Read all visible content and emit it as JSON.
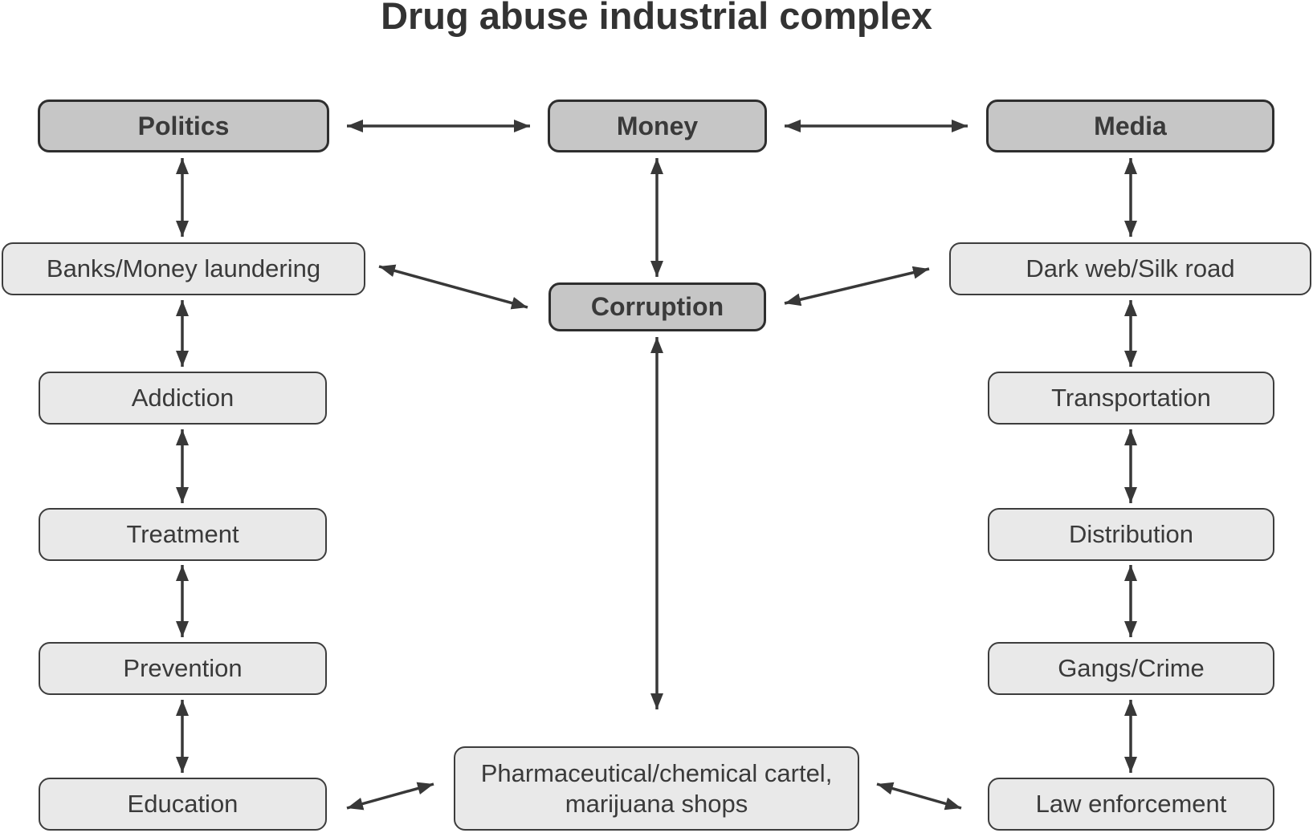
{
  "title": "Drug abuse industrial complex",
  "nodes": {
    "politics": "Politics",
    "money": "Money",
    "media": "Media",
    "banks": "Banks/Money laundering",
    "corruption": "Corruption",
    "darkweb": "Dark web/Silk road",
    "addiction": "Addiction",
    "treatment": "Treatment",
    "prevention": "Prevention",
    "education": "Education",
    "transportation": "Transportation",
    "distribution": "Distribution",
    "gangs": "Gangs/Crime",
    "law": "Law enforcement",
    "pharma": {
      "line1": "Pharmaceutical/chemical cartel,",
      "line2": "marijuana shops"
    }
  },
  "colors": {
    "dark_node_fill": "#c6c6c6",
    "light_node_fill": "#e9e9e9",
    "node_border": "#2e2e2e",
    "arrow": "#383838",
    "text": "#3a3a3a",
    "background": "#ffffff"
  },
  "graph": {
    "edge_style": "double-headed arrow",
    "edges": [
      {
        "from": "politics",
        "to": "money"
      },
      {
        "from": "money",
        "to": "media"
      },
      {
        "from": "politics",
        "to": "banks"
      },
      {
        "from": "money",
        "to": "corruption"
      },
      {
        "from": "media",
        "to": "darkweb"
      },
      {
        "from": "banks",
        "to": "corruption"
      },
      {
        "from": "corruption",
        "to": "darkweb"
      },
      {
        "from": "corruption",
        "to": "pharma"
      },
      {
        "from": "banks",
        "to": "addiction"
      },
      {
        "from": "addiction",
        "to": "treatment"
      },
      {
        "from": "treatment",
        "to": "prevention"
      },
      {
        "from": "prevention",
        "to": "education"
      },
      {
        "from": "darkweb",
        "to": "transportation"
      },
      {
        "from": "transportation",
        "to": "distribution"
      },
      {
        "from": "distribution",
        "to": "gangs"
      },
      {
        "from": "gangs",
        "to": "law"
      },
      {
        "from": "education",
        "to": "pharma"
      },
      {
        "from": "pharma",
        "to": "law"
      }
    ]
  }
}
